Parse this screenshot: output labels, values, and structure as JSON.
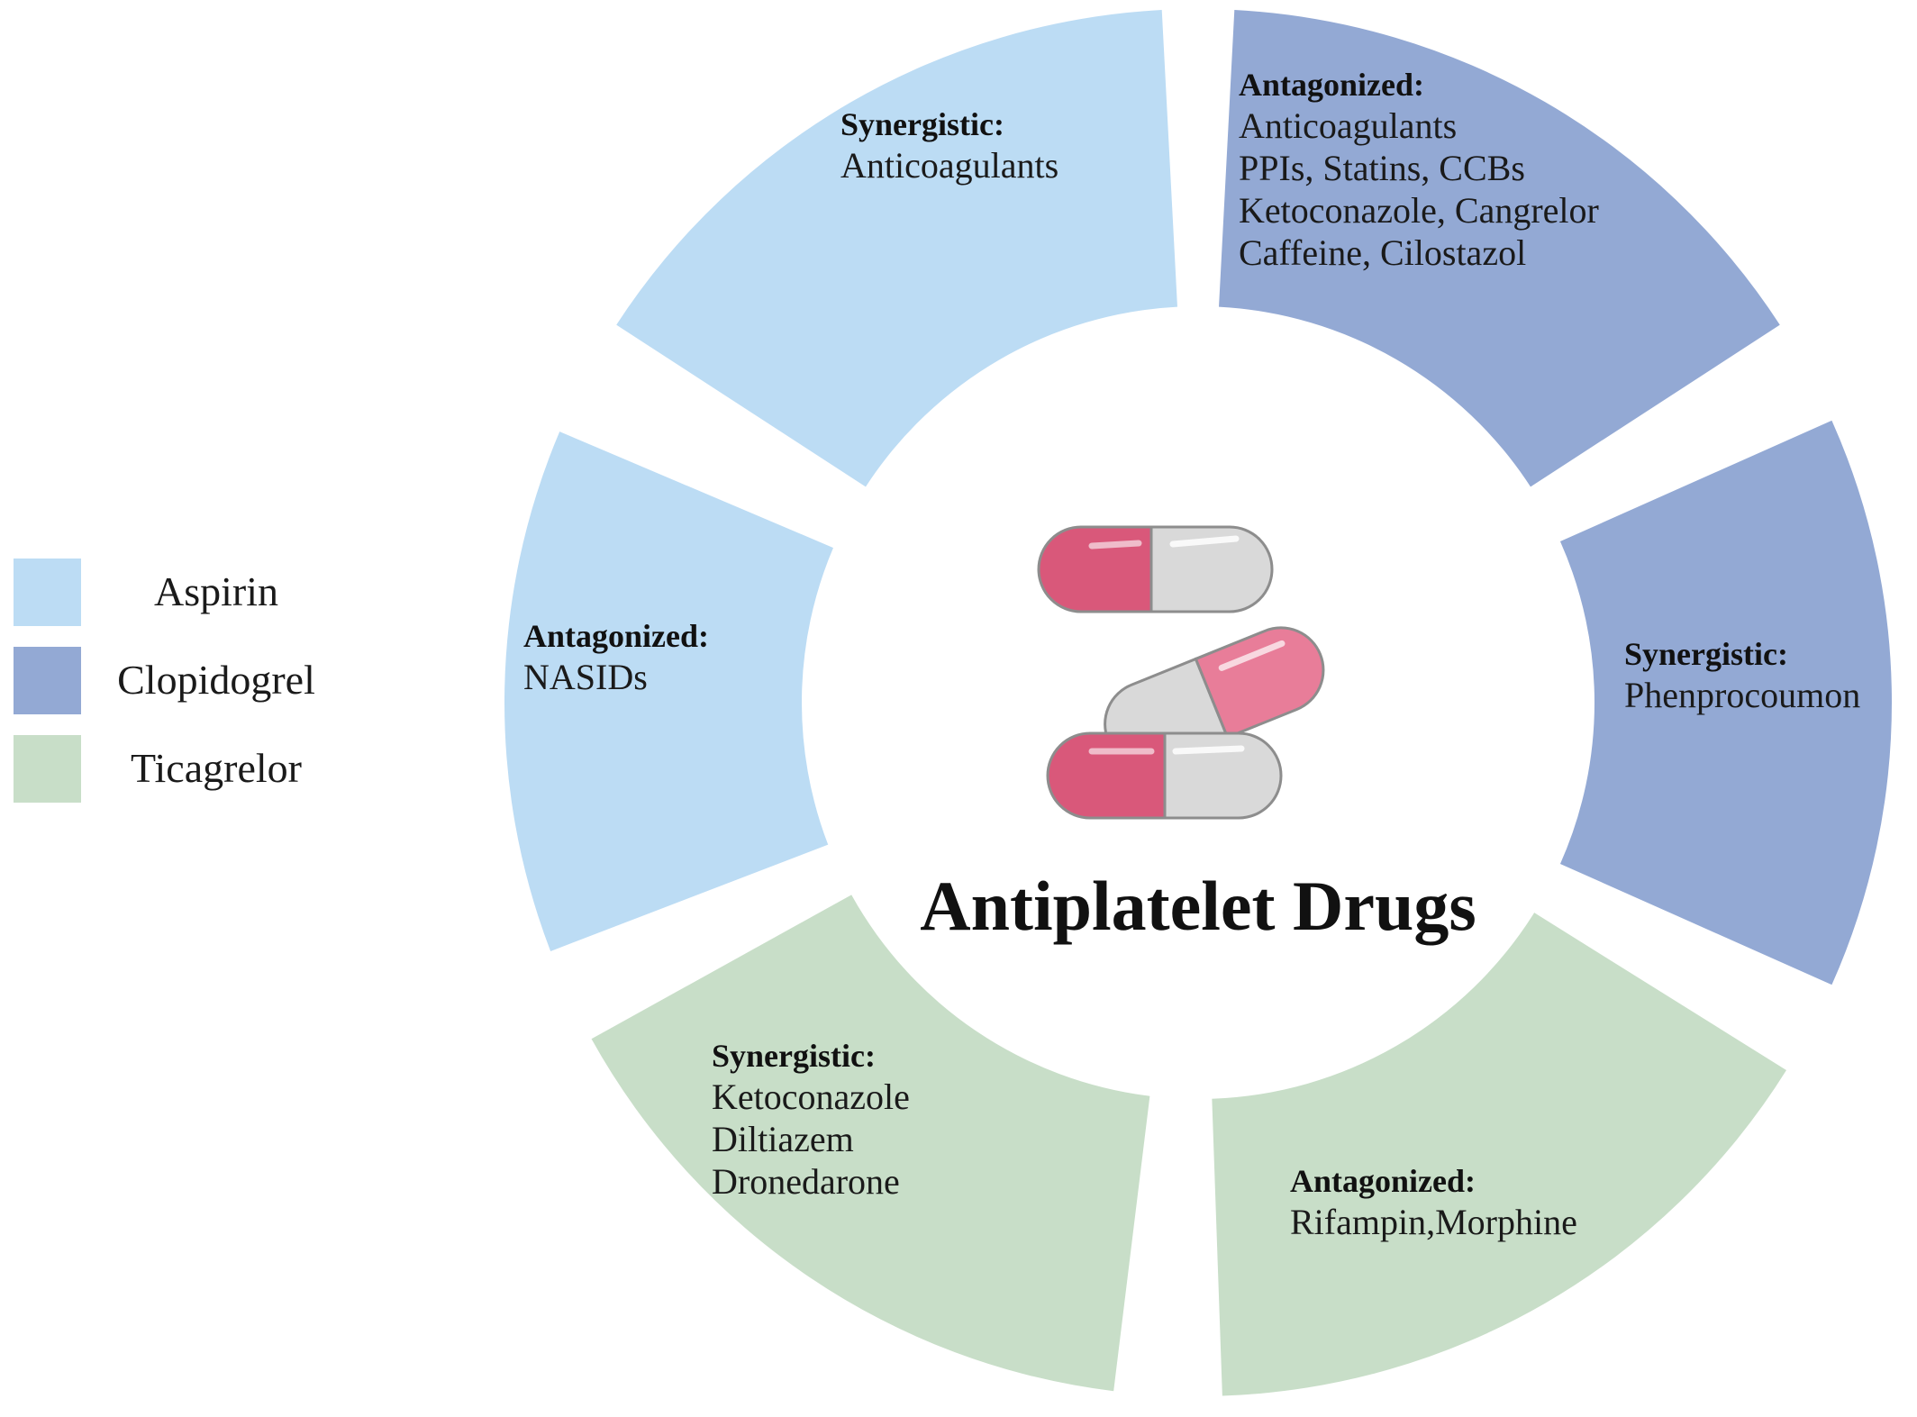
{
  "title": "Antiplatelet Drugs",
  "colors": {
    "aspirin": "#bcdcf4",
    "clopidogrel": "#93a9d4",
    "ticagrelor": "#c8dec8",
    "pill_red": "#d9587a",
    "pill_red_light": "#e87d99",
    "pill_grey": "#d9d9d9",
    "pill_outline": "#8d8d8d"
  },
  "legend": [
    {
      "label": "Aspirin",
      "drug": "aspirin"
    },
    {
      "label": "Clopidogrel",
      "drug": "clopidogrel"
    },
    {
      "label": "Ticagrelor",
      "drug": "ticagrelor"
    }
  ],
  "segments": [
    {
      "drug": "clopidogrel",
      "heading": "Antagonized:",
      "lines": [
        "Anticoagulants",
        "PPIs, Statins, CCBs",
        "Ketoconazole, Cangrelor",
        "Caffeine, Cilostazol"
      ]
    },
    {
      "drug": "clopidogrel",
      "heading": "Synergistic:",
      "lines": [
        "Phenprocoumon"
      ]
    },
    {
      "drug": "ticagrelor",
      "heading": "Antagonized:",
      "lines": [
        "Rifampin,Morphine"
      ]
    },
    {
      "drug": "ticagrelor",
      "heading": "Synergistic:",
      "lines": [
        "Ketoconazole",
        "Diltiazem",
        "Dronedarone"
      ]
    },
    {
      "drug": "aspirin",
      "heading": "Antagonized:",
      "lines": [
        "NASIDs"
      ]
    },
    {
      "drug": "aspirin",
      "heading": "Synergistic:",
      "lines": [
        "Anticoagulants"
      ]
    }
  ]
}
